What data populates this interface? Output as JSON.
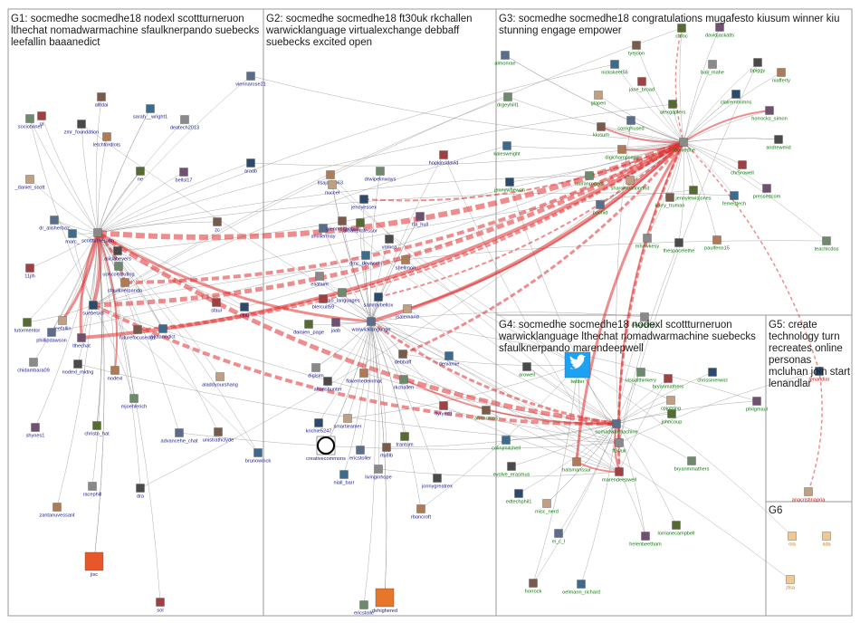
{
  "groups": [
    {
      "id": "G1",
      "lines": [
        "G1: socmedhe socmedhe18 nodexl scottturneruon",
        "lthechat nomadwarmachine sfaulknerpando suebecks",
        "leefallin baaanedict"
      ],
      "color": "#1a1a8c"
    },
    {
      "id": "G2",
      "lines": [
        "G2: socmedhe socmedhe18 ft30uk rkchallen",
        "warwicklanguage virtualexchange debbaff",
        "suebecks excited open"
      ],
      "color": "#1a1a8c"
    },
    {
      "id": "G3",
      "lines": [
        "G3: socmedhe socmedhe18 congratulations mugafesto kiusum winner kiu",
        "stunning engage empower"
      ],
      "color": "#0a7a0a"
    },
    {
      "id": "G4",
      "lines": [
        "G4: socmedhe socmedhe18 nodexl scottturneruon",
        "warwicklanguage lthechat nomadwarmachine suebecks",
        "sfaulknerpando marendeepwell"
      ],
      "color": "#0a7a0a"
    },
    {
      "id": "G5",
      "lines": [
        "G5: create",
        "technology turn",
        "recreates online",
        "personas",
        "mcluhan join start",
        "lenandlar"
      ],
      "color": "#cc1010"
    },
    {
      "id": "G6",
      "lines": [
        "G6"
      ],
      "color": "#cc7a00"
    }
  ],
  "nodes": {
    "g1": [
      "viennarose21",
      "alltdai",
      "sarah__wright1",
      "deatech2013",
      "zmr_foundation",
      "letchfordlots",
      "sociotxinet",
      "ra",
      "araab",
      "_daniel_scott",
      "ne",
      "bellsl17",
      "dr_alisherbaz",
      "zc",
      "marc_",
      "scottturneruon",
      "aliciabeyers",
      "sfaulknerpando",
      "uoncomputing",
      "11jlh",
      "suebecks",
      "leefallin",
      "tutormentor",
      "lthechat",
      "phillipdawson",
      "futurefocusedg1",
      "baaanedict",
      "chidambara09",
      "nodexl_mktng",
      "nodexl",
      "mjoehlerich",
      "sfaul",
      "cjnu",
      "aladdyourshang",
      "christo_hat",
      "shynes1",
      "advancehe_chat",
      "unistrathclyde",
      "brunowinck",
      "racephill",
      "dra",
      "zantanuvessant",
      "jisc",
      "sol"
    ],
    "g2": [
      "lisajacob63",
      "drwipelinways",
      "hopkinsdavid",
      "jennyessex",
      "nuccel",
      "urbanprofessor",
      "tfa_hull",
      "amillermay",
      "glenmcdermid",
      "dmc_devacchi",
      "eliataim",
      "vnmca",
      "shellmon",
      "sulo_languages",
      "blercuit59",
      "sammybellox",
      "jsalemand",
      "damien_page",
      "jaab",
      "warwicklanguage",
      "debbaff",
      "deniamie",
      "digisim",
      "ahonshunter",
      "flakemedeinmat",
      "rkchallen",
      "flyryed1",
      "krichie5247",
      "smartieamer",
      "trantum",
      "creativecommons",
      "ericstoller",
      "rtu8lb",
      "niall_barr",
      "livinginhope",
      "jonnygreatrex",
      "rbancroft",
      "ericstolle",
      "dehighered"
    ],
    "g3": [
      "chfoc",
      "davidjackatls",
      "almonrae",
      "tyejoon",
      "nickskeet56",
      "bali_mahe",
      "ppiggy",
      "niafferty",
      "drgeyhill1",
      "jane_broad",
      "clairemmimns",
      "glapen",
      "alexgaplers",
      "horrocks_simon",
      "corrighused",
      "kiusum",
      "kalesweight",
      "socmedhe",
      "andrewmid",
      "digichampsmig",
      "lauranrogers",
      "chr5rowell",
      "jennywhewah",
      "sharonmallonphd",
      "jennylewisjones",
      "pressedcom",
      "pashid",
      "karry_truman",
      "femedtech",
      "mhawkesy",
      "thespacelethe",
      "paulfenn15",
      "teachlcdos"
    ],
    "g4": [
      "olivakellyou",
      "arowell",
      "twitter",
      "visualthinkery",
      "bryanmathers",
      "chrissinerwicl",
      "cpjobling",
      "johncoup",
      "philgmaul",
      "nomadwarmachine",
      "annacross",
      "colinjmitchell",
      "ft30uk",
      "evolve_erasmus",
      "halsmanssur",
      "bryanmmathers",
      "marendeepwell",
      "edtechphil1",
      "misc_nerd",
      "lorrianecampbell",
      "helenbeetham",
      "ei_c_l",
      "horrock",
      "oelmann_richard"
    ],
    "g5": [
      "lenandlar",
      "anacristinapria"
    ],
    "g6": [
      "ola",
      "ada",
      "zlsa"
    ]
  }
}
